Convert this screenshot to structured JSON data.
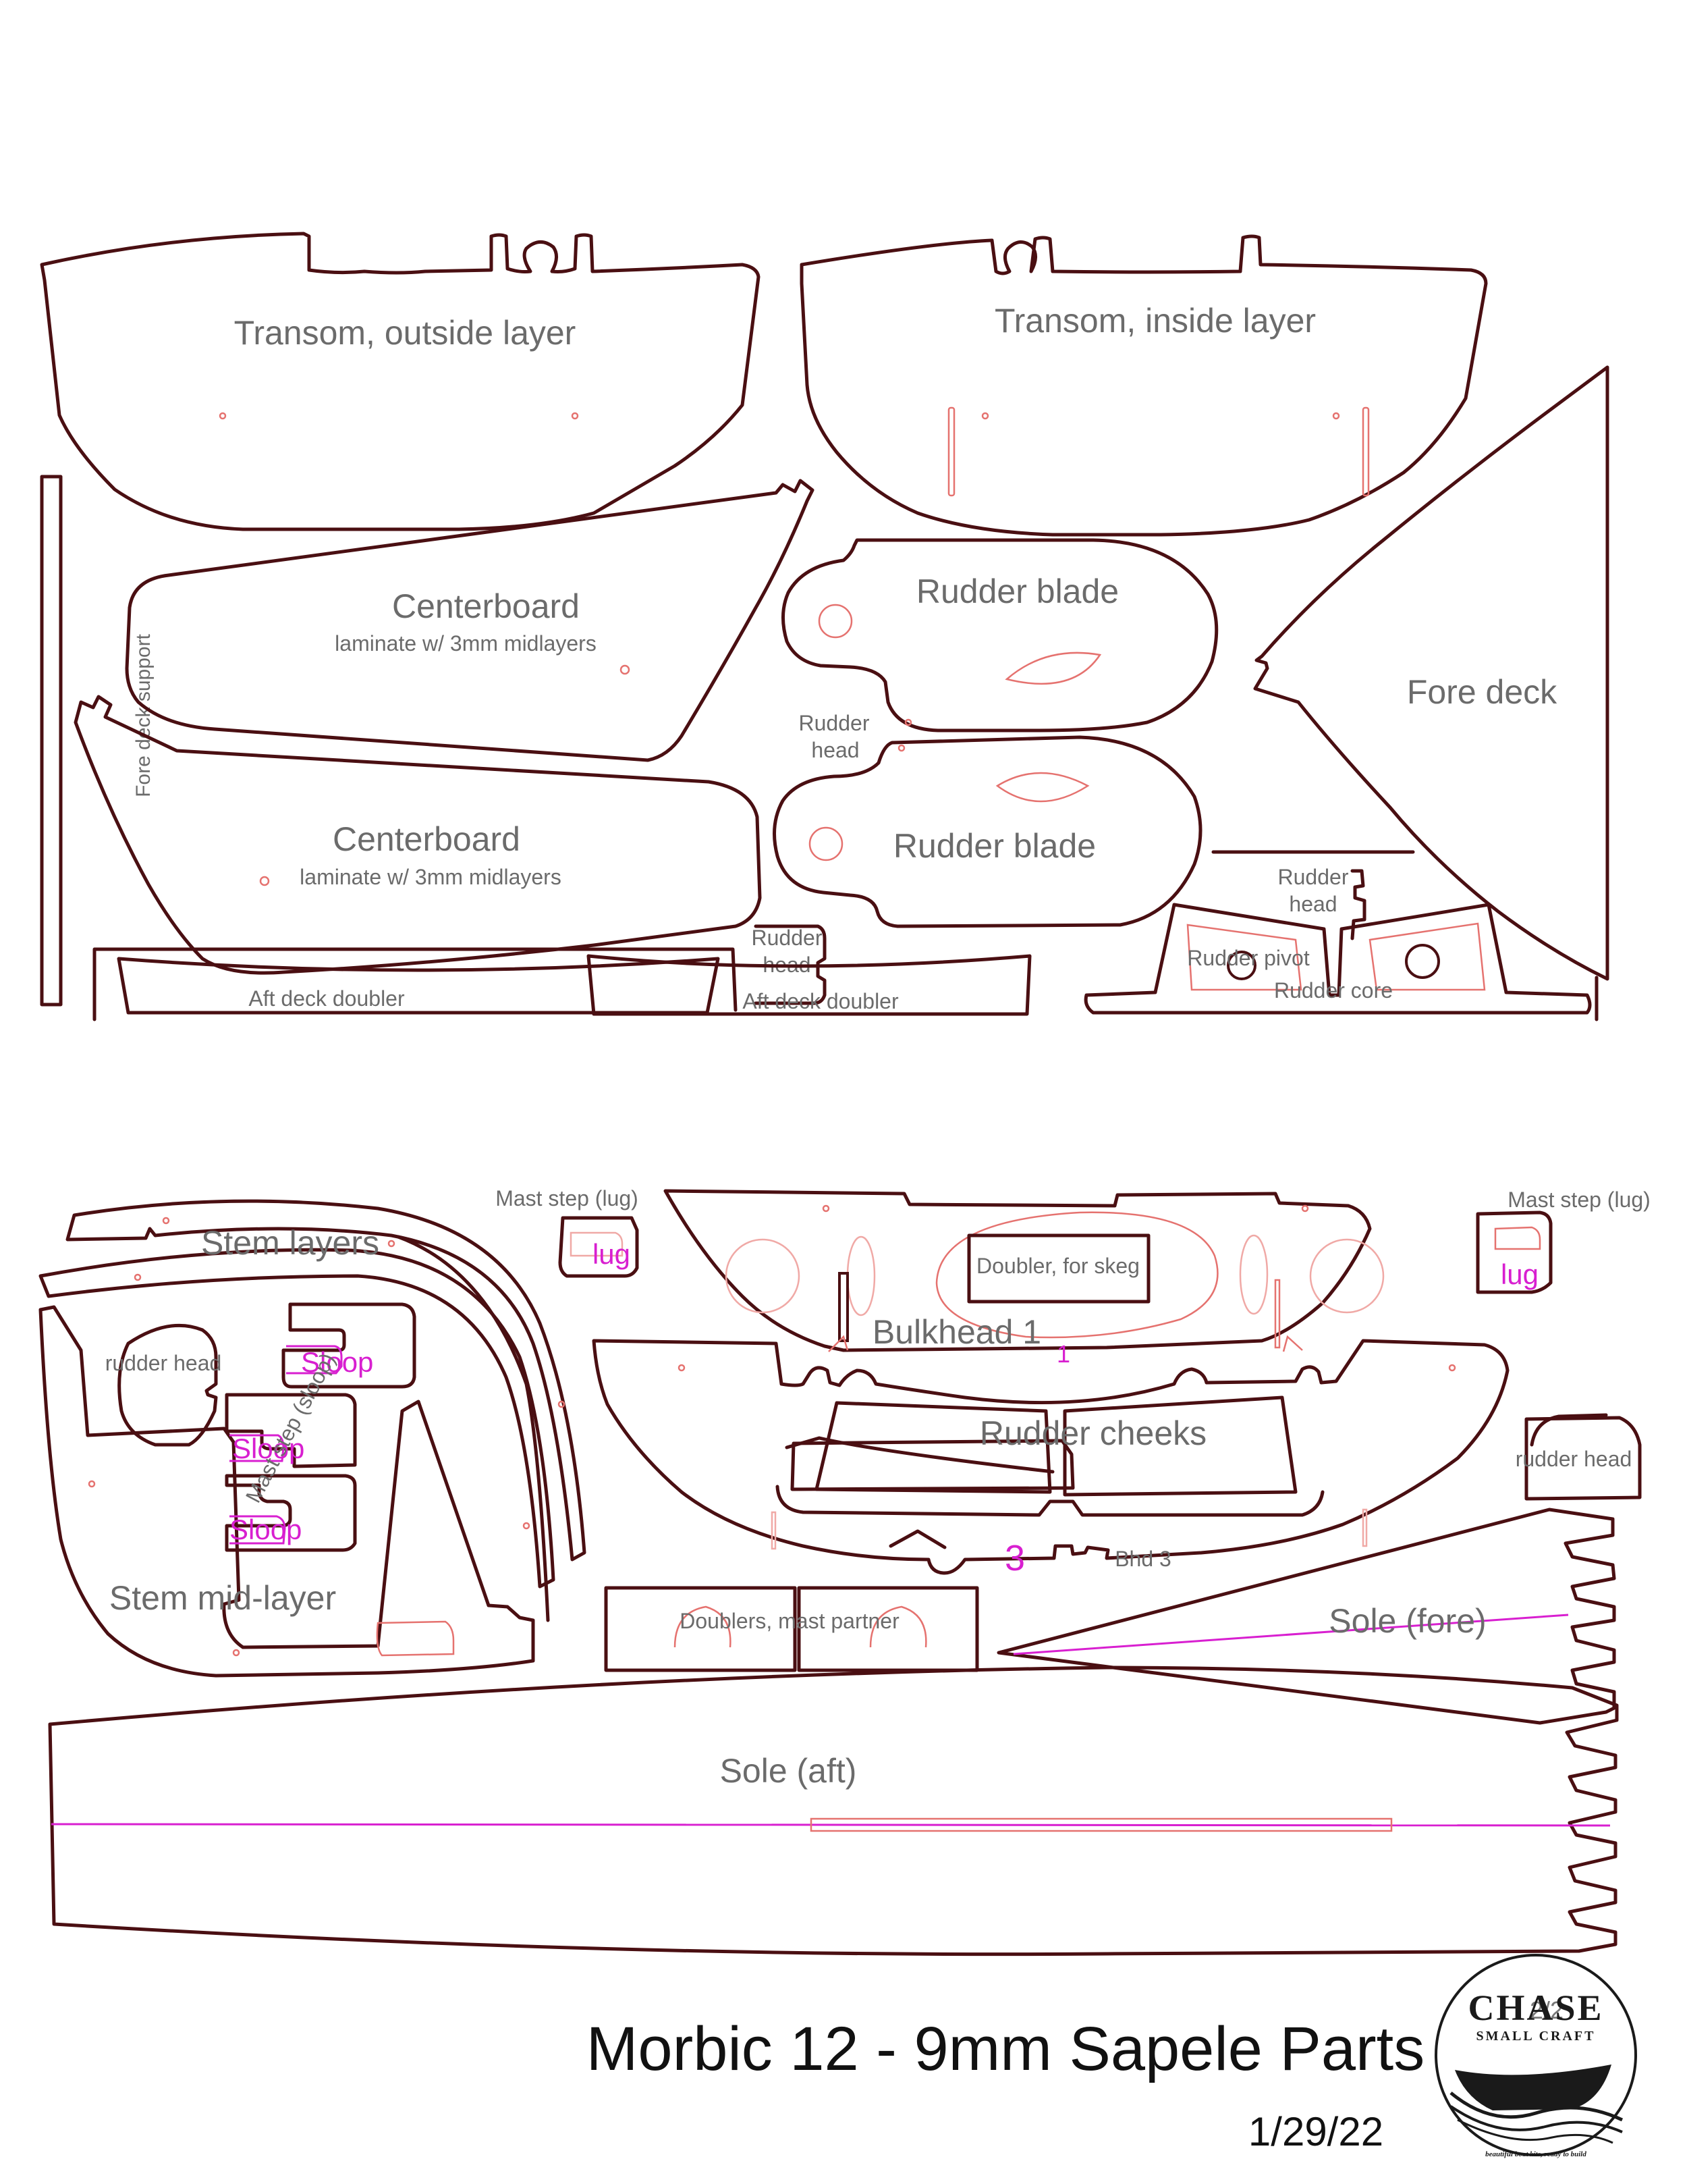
{
  "title": "Morbic 12 - 9mm Sapele Parts",
  "date": "1/29/22",
  "sheet_number": "2/2",
  "logo": {
    "name": "CHASE",
    "subtitle": "SMALL CRAFT",
    "tagline": "beautiful boat kits, ready to build"
  },
  "labels": {
    "transom_outside": "Transom, outside layer",
    "transom_inside": "Transom, inside layer",
    "centerboard_1": "Centerboard",
    "centerboard_1_note": "laminate w/ 3mm midlayers",
    "centerboard_2": "Centerboard",
    "centerboard_2_note": "laminate w/ 3mm midlayers",
    "rudder_blade_1": "Rudder blade",
    "rudder_blade_2": "Rudder blade",
    "rudder_head_1_line1": "Rudder",
    "rudder_head_1_line2": "head",
    "rudder_head_2_line1": "Rudder",
    "rudder_head_2_line2": "head",
    "rudder_head_3_line1": "Rudder",
    "rudder_head_3_line2": "head",
    "fore_deck": "Fore deck",
    "fore_deck_support": "Fore deck support",
    "aft_deck_doubler_1": "Aft deck doubler",
    "aft_deck_doubler_2": "Aft deck doubler",
    "rudder_pivot": "Rudder pivot",
    "rudder_core": "Rudder core",
    "mast_step_lug_1": "Mast step (lug)",
    "mast_step_lug_2": "Mast step (lug)",
    "lug_1": "lug",
    "lug_2": "lug",
    "stem_layers": "Stem layers",
    "doubler_skeg": "Doubler, for skeg",
    "bulkhead_1": "Bulkhead 1",
    "bulkhead_1_mark": "1",
    "rudder_head_lower_1": "rudder head",
    "rudder_head_lower_2": "rudder head",
    "sloop_1": "Sloop",
    "sloop_2": "Sloop",
    "sloop_3": "Sloop",
    "mast_step_sloop": "Mast step (sloop)",
    "rudder_cheeks": "Rudder cheeks",
    "bhd3_mark": "3",
    "bhd3": "Bhd 3",
    "stem_mid_layer": "Stem mid-layer",
    "doublers_mast_partner": "Doublers, mast partner",
    "sole_fore": "Sole (fore)",
    "sole_aft": "Sole (aft)"
  },
  "colors": {
    "cut": "#4a0f12",
    "etch": "#e5726f",
    "marking": "#d81fd0",
    "label": "#6b6b6b"
  }
}
